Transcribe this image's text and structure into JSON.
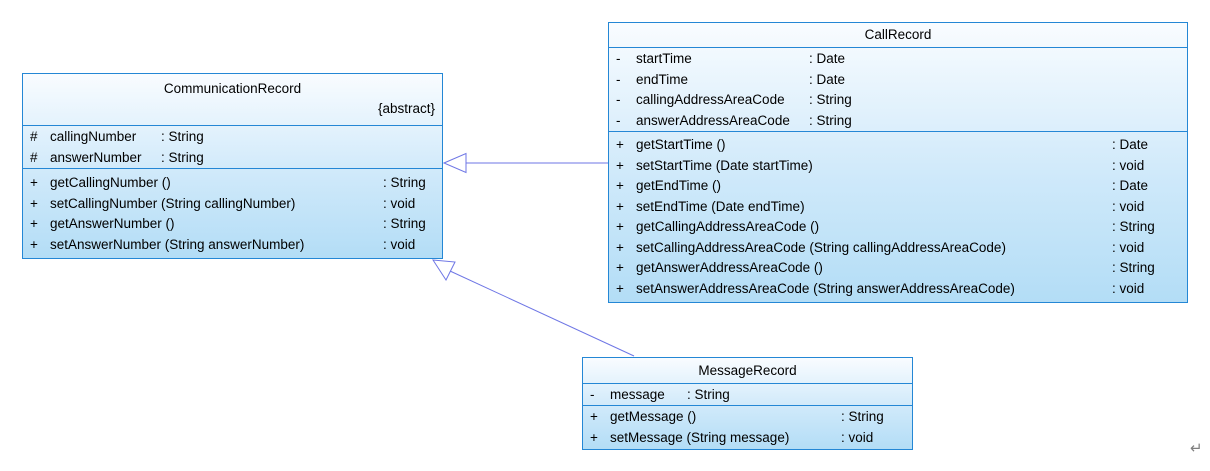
{
  "diagram": {
    "type": "uml-class-diagram",
    "border_color": "#2487D5",
    "fill_top": "#F9FCFF",
    "fill_bottom": "#B3DDF6",
    "arrow_color": "#6E76E5",
    "paragraph_mark": "↵"
  },
  "classes": [
    {
      "name": "CommunicationRecord",
      "stereotype": "{abstract}",
      "attributes": [
        {
          "vis": "#",
          "name": "callingNumber",
          "type": ": String"
        },
        {
          "vis": "#",
          "name": "answerNumber",
          "type": ": String"
        }
      ],
      "operations": [
        {
          "vis": "+",
          "signature": "getCallingNumber ()",
          "returns": ": String"
        },
        {
          "vis": "+",
          "signature": "setCallingNumber (String callingNumber)",
          "returns": ": void"
        },
        {
          "vis": "+",
          "signature": "getAnswerNumber ()",
          "returns": ": String"
        },
        {
          "vis": "+",
          "signature": "setAnswerNumber (String answerNumber)",
          "returns": ": void"
        }
      ]
    },
    {
      "name": "CallRecord",
      "stereotype": "",
      "attributes": [
        {
          "vis": "-",
          "name": "startTime",
          "type": ": Date"
        },
        {
          "vis": "-",
          "name": "endTime",
          "type": ": Date"
        },
        {
          "vis": "-",
          "name": "callingAddressAreaCode",
          "type": ": String"
        },
        {
          "vis": "-",
          "name": "answerAddressAreaCode",
          "type": ": String"
        }
      ],
      "operations": [
        {
          "vis": "+",
          "signature": "getStartTime ()",
          "returns": ": Date"
        },
        {
          "vis": "+",
          "signature": "setStartTime (Date startTime)",
          "returns": ": void"
        },
        {
          "vis": "+",
          "signature": "getEndTime ()",
          "returns": ": Date"
        },
        {
          "vis": "+",
          "signature": "setEndTime (Date endTime)",
          "returns": ": void"
        },
        {
          "vis": "+",
          "signature": "getCallingAddressAreaCode ()",
          "returns": ": String"
        },
        {
          "vis": "+",
          "signature": "setCallingAddressAreaCode (String callingAddressAreaCode)",
          "returns": ": void"
        },
        {
          "vis": "+",
          "signature": "getAnswerAddressAreaCode ()",
          "returns": ": String"
        },
        {
          "vis": "+",
          "signature": "setAnswerAddressAreaCode (String answerAddressAreaCode)",
          "returns": ": void"
        }
      ]
    },
    {
      "name": "MessageRecord",
      "stereotype": "",
      "attributes": [
        {
          "vis": "-",
          "name": "message",
          "type": ": String"
        }
      ],
      "operations": [
        {
          "vis": "+",
          "signature": "getMessage ()",
          "returns": ": String"
        },
        {
          "vis": "+",
          "signature": "setMessage (String message)",
          "returns": ": void"
        }
      ]
    }
  ],
  "relationships": [
    {
      "type": "generalization",
      "from": "CallRecord",
      "to": "CommunicationRecord"
    },
    {
      "type": "generalization",
      "from": "MessageRecord",
      "to": "CommunicationRecord"
    }
  ]
}
